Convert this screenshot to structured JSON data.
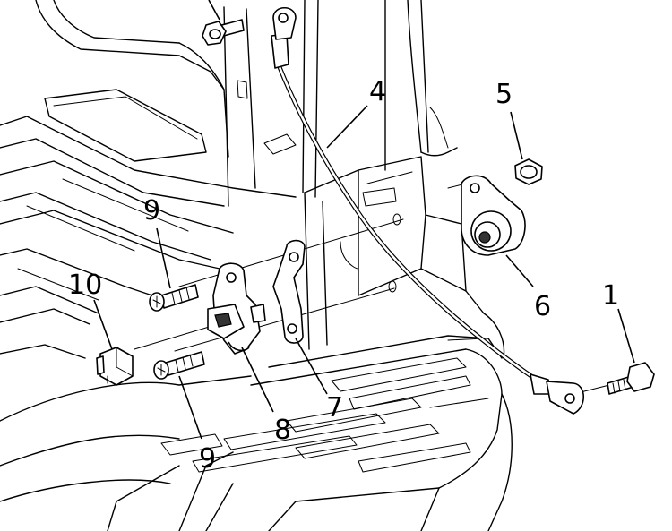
{
  "diagram": {
    "callouts": [
      {
        "id": "c1",
        "label": "1"
      },
      {
        "id": "c4",
        "label": "4"
      },
      {
        "id": "c5",
        "label": "5"
      },
      {
        "id": "c6",
        "label": "6"
      },
      {
        "id": "c7",
        "label": "7"
      },
      {
        "id": "c8",
        "label": "8"
      },
      {
        "id": "c9a",
        "label": "9"
      },
      {
        "id": "c9b",
        "label": "9"
      },
      {
        "id": "c10",
        "label": "10"
      }
    ]
  }
}
